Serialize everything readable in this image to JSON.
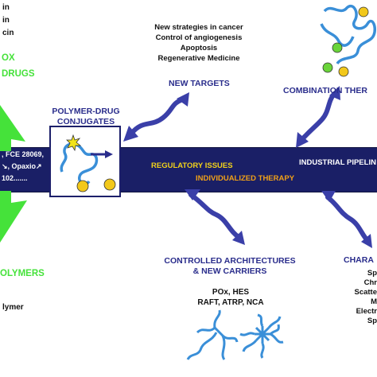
{
  "left_top_lines": [
    "in",
    "in",
    "cin"
  ],
  "left_green_top": [
    "OX",
    "DRUGS"
  ],
  "center_top_lines": [
    "New strategies in cancer",
    "Control of angiogenesis",
    "Apoptosis",
    "Regenerative Medicine"
  ],
  "new_targets": "NEW TARGETS",
  "combination": "COMBINATION THER",
  "conjugates_title": [
    "POLYMER-DRUG",
    "CONJUGATES"
  ],
  "band_left_lines": [
    ", FCE 28069,",
    "↘, Opaxio↗",
    "102......."
  ],
  "regulatory": "REGULATORY ISSUES",
  "individualized": "INDIVIDUALIZED THERAPY",
  "industrial": "INDUSTRIAL PIPELIN",
  "left_green_bottom": "OLYMERS",
  "left_bottom_black": "lymer",
  "controlled_title": [
    "CONTROLLED ARCHITECTURES",
    "& NEW CARRIERS"
  ],
  "carriers_lines": [
    "POx, HES",
    "RAFT, ATRP, NCA"
  ],
  "chara_title": "CHARA",
  "chara_lines": [
    "Sp",
    "Chr",
    "Scatte",
    "M",
    "Electr",
    "Sp"
  ],
  "colors": {
    "navy": "#1a1f66",
    "arrow": "#3a3fa8",
    "green": "#45e23a",
    "yellow": "#f2d21a",
    "polymer": "#3a8fd8",
    "bead_green": "#6ad43a",
    "bead_yellow": "#f2c81a"
  },
  "icons": [
    "curved-double-arrow-icon",
    "polymer-chain-icon",
    "drug-star-icon",
    "branched-polymer-icon",
    "dendrimer-icon"
  ]
}
